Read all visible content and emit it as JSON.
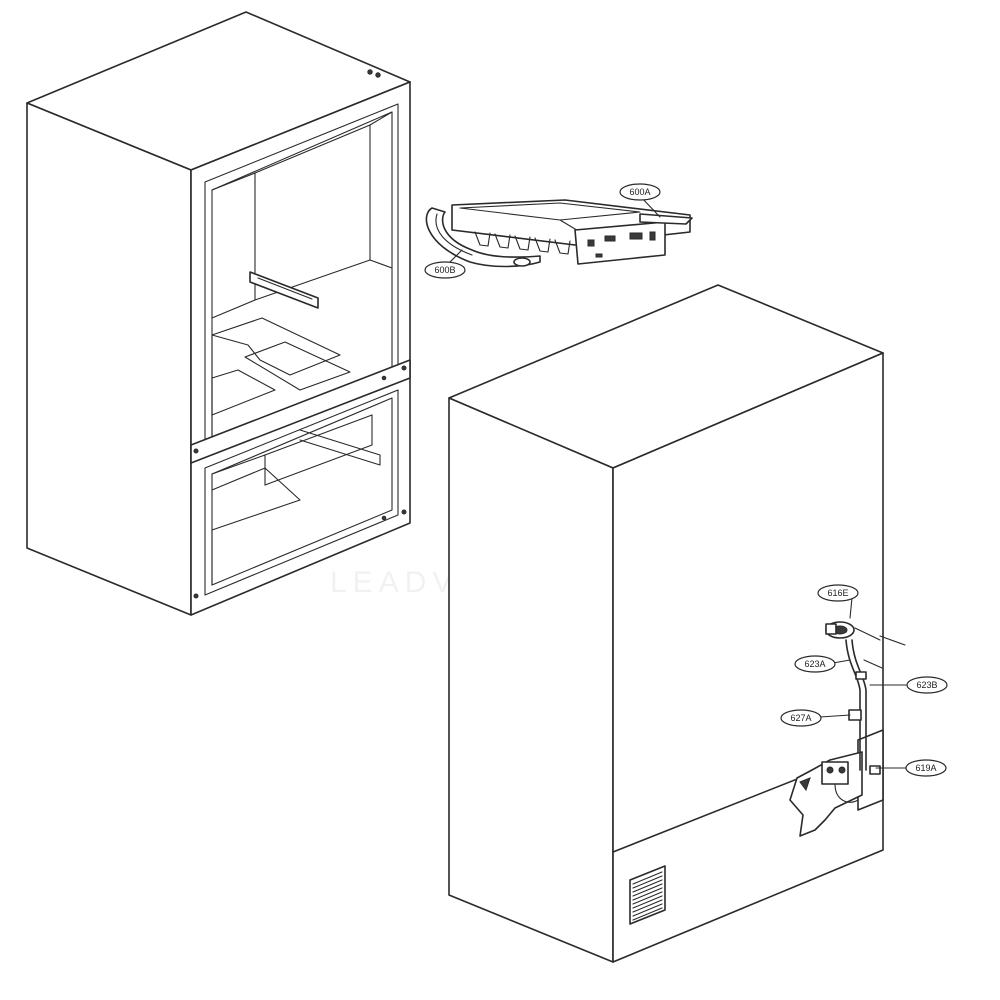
{
  "callouts": {
    "c600A": "600A",
    "c600B": "600B",
    "c616E": "616E",
    "c623A": "623A",
    "c623B": "623B",
    "c627A": "627A",
    "c619A": "619A"
  },
  "watermark": "LEADVENTURE",
  "colors": {
    "line": "#2a2a2a",
    "fill": "#ffffff"
  }
}
